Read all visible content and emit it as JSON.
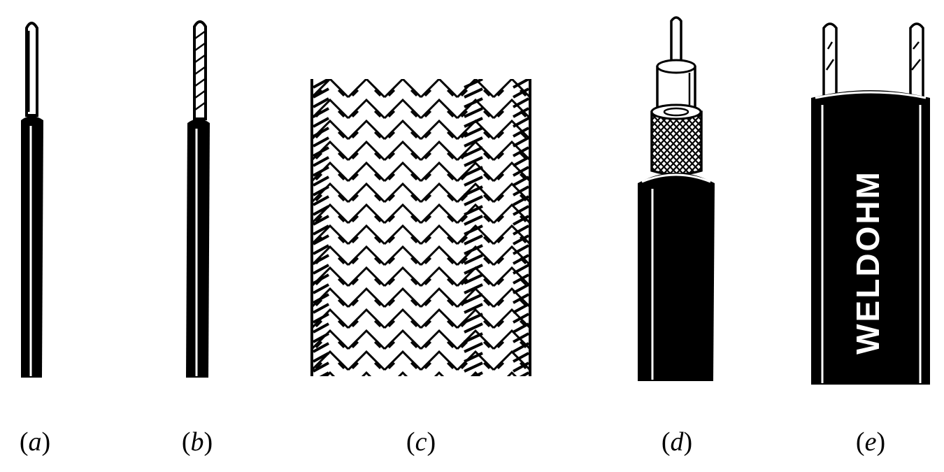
{
  "captions": [
    {
      "letter": "a"
    },
    {
      "letter": "b"
    },
    {
      "letter": "c"
    },
    {
      "letter": "d"
    },
    {
      "letter": "e"
    }
  ],
  "cable_e": {
    "brand": "WELDOHM"
  },
  "colors": {
    "ink": "#000000",
    "paper": "#ffffff"
  }
}
